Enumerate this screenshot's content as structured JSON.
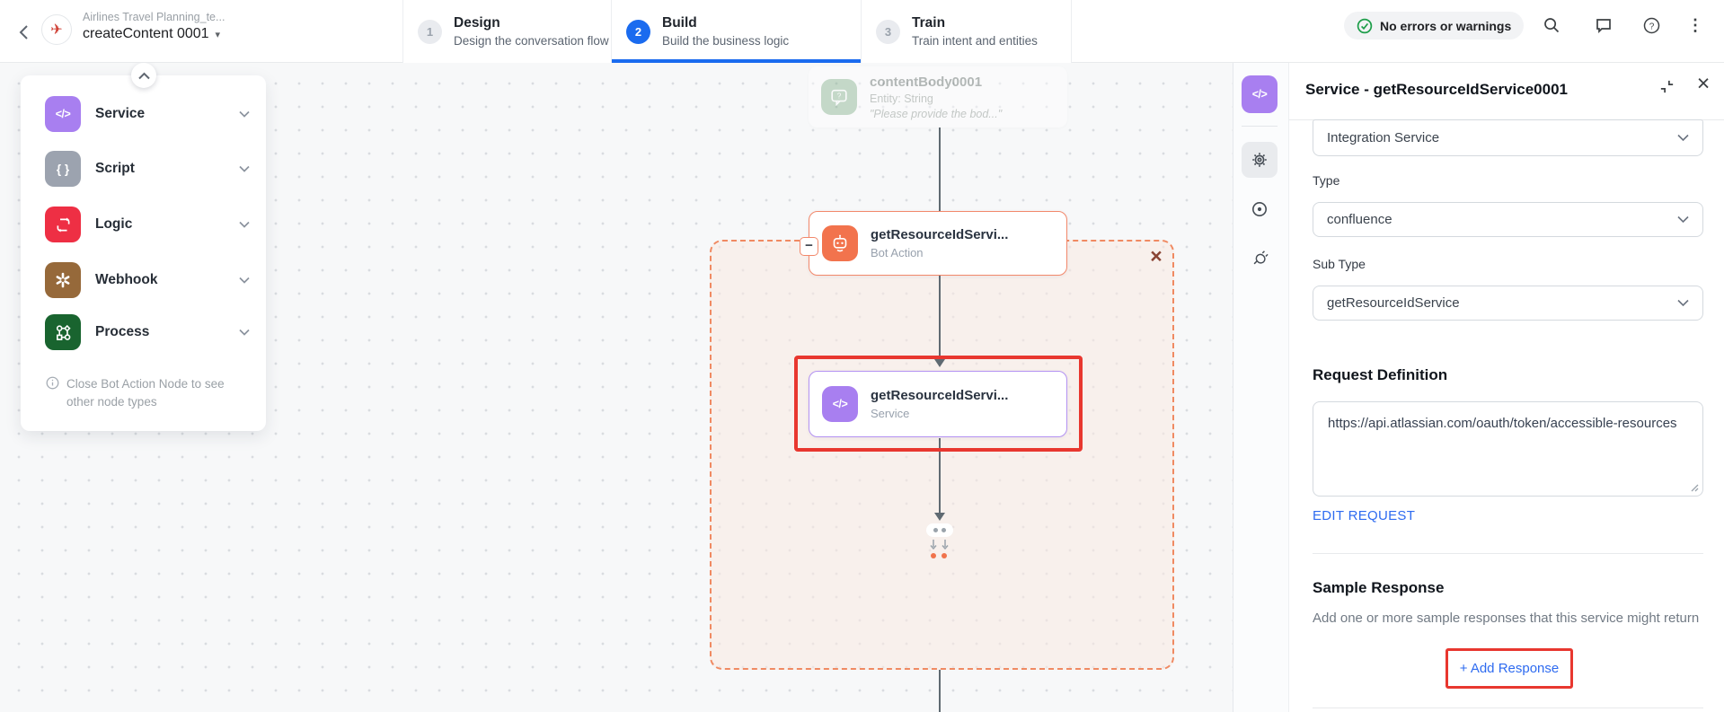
{
  "colors": {
    "accent_blue": "#1a6bef",
    "node_orange": "#f2734d",
    "node_purple": "#a87ff0",
    "annotation_red": "#e8372f",
    "success_green": "#1e9e4a",
    "link_blue": "#2e6bf0",
    "canvas_bg": "#f7f8f9"
  },
  "icons": {
    "caret_down": "▾",
    "minus": "−",
    "close": "×",
    "kebab": "⋮",
    "code": "</>",
    "braces": "{ }"
  },
  "header": {
    "app_name": "Airlines Travel Planning_te...",
    "dialog_name": "createContent 0001",
    "tabs": [
      {
        "step": "1",
        "label": "Design",
        "sublabel": "Design the conversation flow"
      },
      {
        "step": "2",
        "label": "Build",
        "sublabel": "Build the business logic"
      },
      {
        "step": "3",
        "label": "Train",
        "sublabel": "Train intent and entities"
      }
    ],
    "status_badge": "No errors or warnings"
  },
  "palette": {
    "items": [
      {
        "label": "Service"
      },
      {
        "label": "Script"
      },
      {
        "label": "Logic"
      },
      {
        "label": "Webhook"
      },
      {
        "label": "Process"
      }
    ],
    "note": "Close Bot Action Node to see other node types"
  },
  "canvas": {
    "ghost_node": {
      "title": "contentBody0001",
      "entity": "Entity: String",
      "quote": "\"Please provide the bod...\""
    },
    "bot_action_node": {
      "title": "getResourceIdServi...",
      "subtitle": "Bot Action"
    },
    "service_node": {
      "title": "getResourceIdServi...",
      "subtitle": "Service"
    }
  },
  "panel": {
    "title": "Service - getResourceIdService0001",
    "integration_value": "Integration Service",
    "type_label": "Type",
    "type_value": "confluence",
    "subtype_label": "Sub Type",
    "subtype_value": "getResourceIdService",
    "request": {
      "heading": "Request Definition",
      "url": "https://api.atlassian.com/oauth/token/accessible-resources",
      "edit_link": "EDIT REQUEST"
    },
    "sample": {
      "heading": "Sample Response",
      "description": "Add one or more sample responses that this service might return",
      "add_button": "+ Add Response"
    }
  }
}
